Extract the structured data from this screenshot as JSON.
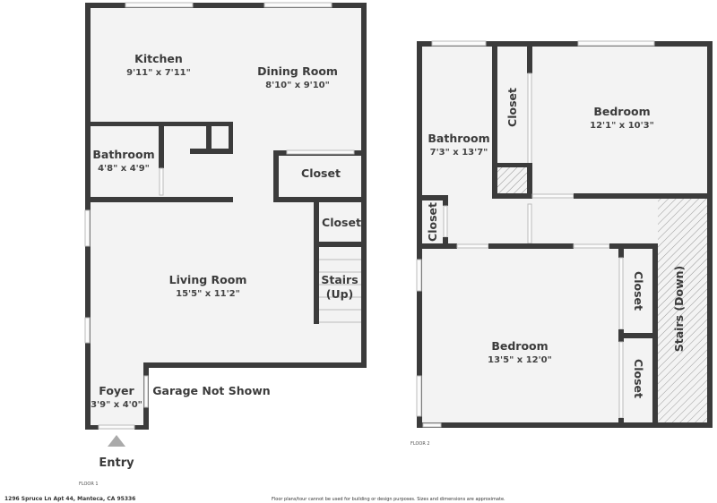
{
  "floor1": {
    "label": "FLOOR 1",
    "rooms": [
      {
        "name": "Kitchen",
        "dims": "9'11\" x 7'11\""
      },
      {
        "name": "Dining Room",
        "dims": "8'10\" x 9'10\""
      },
      {
        "name": "Bathroom",
        "dims": "4'8\" x 4'9\""
      },
      {
        "name": "Closet"
      },
      {
        "name": "Closet"
      },
      {
        "name": "Living Room",
        "dims": "15'5\" x 11'2\""
      },
      {
        "name": "Stairs",
        "sub": "(Up)"
      },
      {
        "name": "Foyer",
        "dims": "3'9\" x 4'0\""
      }
    ],
    "garage_note": "Garage Not Shown",
    "entry_label": "Entry"
  },
  "floor2": {
    "label": "FLOOR 2",
    "rooms": [
      {
        "name": "Bathroom",
        "dims": "7'3\" x 13'7\""
      },
      {
        "name": "Closet"
      },
      {
        "name": "Bedroom",
        "dims": "12'1\" x 10'3\""
      },
      {
        "name": "Closet"
      },
      {
        "name": "Bedroom",
        "dims": "13'5\" x 12'0\""
      },
      {
        "name": "Closet"
      },
      {
        "name": "Closet"
      },
      {
        "name": "Stairs (Down)"
      }
    ]
  },
  "footer": {
    "address": "1296 Spruce Ln Apt 44, Manteca, CA 95336",
    "disclaimer": "Floor plans/tour cannot be used for building or design purposes. Sizes and dimensions are approximate."
  },
  "colors": {
    "wall": "#3b3b3b",
    "floor": "#f3f3f3",
    "entry_arrow": "#aaaaaa"
  }
}
